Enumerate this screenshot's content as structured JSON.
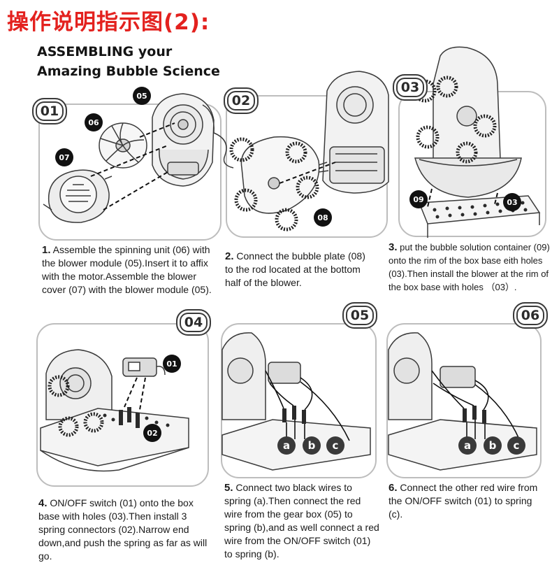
{
  "header": {
    "cn_title": "操作说明指示图(2):",
    "title_line1": "ASSEMBLING your",
    "title_line2": "Amazing Bubble Science"
  },
  "steps": [
    {
      "badge": "01",
      "num": "1.",
      "text": "Assemble the spinning unit (06) with the blower module (05).Insert it to affix with the motor.Assemble the blower cover (07) with the blower module (05).",
      "tags": [
        "05",
        "06",
        "07"
      ]
    },
    {
      "badge": "02",
      "num": "2.",
      "text": "Connect the bubble plate (08) to the rod located at the bottom half of the blower.",
      "tags": [
        "08"
      ]
    },
    {
      "badge": "03",
      "num": "3.",
      "text": "put the bubble solution container (09) onto the rim of the box base eith holes (03).Then install the blower at the rim of the box base with holes （03）.",
      "tags": [
        "09",
        "03"
      ]
    },
    {
      "badge": "04",
      "num": "4.",
      "text": "ON/OFF switch (01) onto the box base with holes (03).Then install 3 spring connectors (02).Narrow end down,and push the spring as far as will go.",
      "tags": [
        "01",
        "02"
      ]
    },
    {
      "badge": "05",
      "num": "5.",
      "text": "Connect two black wires to spring (a).Then connect the red wire from the gear box (05) to spring (b),and as well connect a red wire from the ON/OFF switch (01) to spring (b).",
      "letters": [
        "a",
        "b",
        "c"
      ]
    },
    {
      "badge": "06",
      "num": "6.",
      "text": "Connect the other red wire from the ON/OFF switch (01) to spring (c).",
      "letters": [
        "a",
        "b",
        "c"
      ]
    }
  ],
  "colors": {
    "title_red": "#e3211e",
    "panel_border": "#bdbdbd",
    "ink": "#1a1a1a"
  }
}
